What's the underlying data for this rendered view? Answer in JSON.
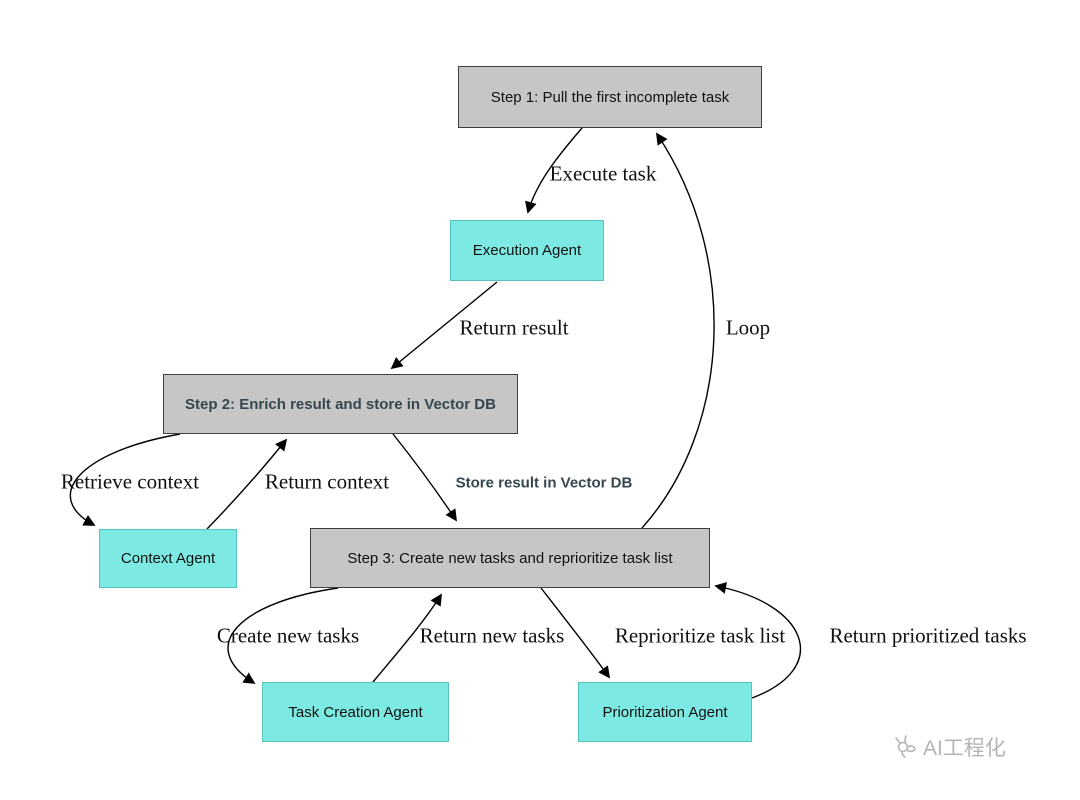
{
  "nodes": {
    "step1": {
      "label": "Step 1: Pull the first incomplete task"
    },
    "execution_agent": {
      "label": "Execution Agent"
    },
    "step2": {
      "label": "Step 2: Enrich result and store in Vector DB"
    },
    "context_agent": {
      "label": "Context Agent"
    },
    "step3": {
      "label": "Step 3: Create new tasks and reprioritize task list"
    },
    "task_creation_agent": {
      "label": "Task Creation Agent"
    },
    "prioritization_agent": {
      "label": "Prioritization Agent"
    }
  },
  "edges": {
    "execute_task": {
      "label": "Execute task"
    },
    "return_result": {
      "label": "Return result"
    },
    "loop": {
      "label": "Loop"
    },
    "retrieve_context": {
      "label": "Retrieve context"
    },
    "return_context": {
      "label": "Return context"
    },
    "store_result": {
      "label": "Store result in Vector DB"
    },
    "create_new_tasks": {
      "label": "Create new tasks"
    },
    "return_new_tasks": {
      "label": "Return new tasks"
    },
    "reprioritize_task_list": {
      "label": "Reprioritize task list"
    },
    "return_prioritized_tasks": {
      "label": "Return prioritized tasks"
    }
  },
  "watermark": {
    "text": "AI工程化"
  },
  "colors": {
    "task_box": "#c6c6c6",
    "agent_box": "#7ce9e2",
    "accent_text": "#37474f"
  }
}
